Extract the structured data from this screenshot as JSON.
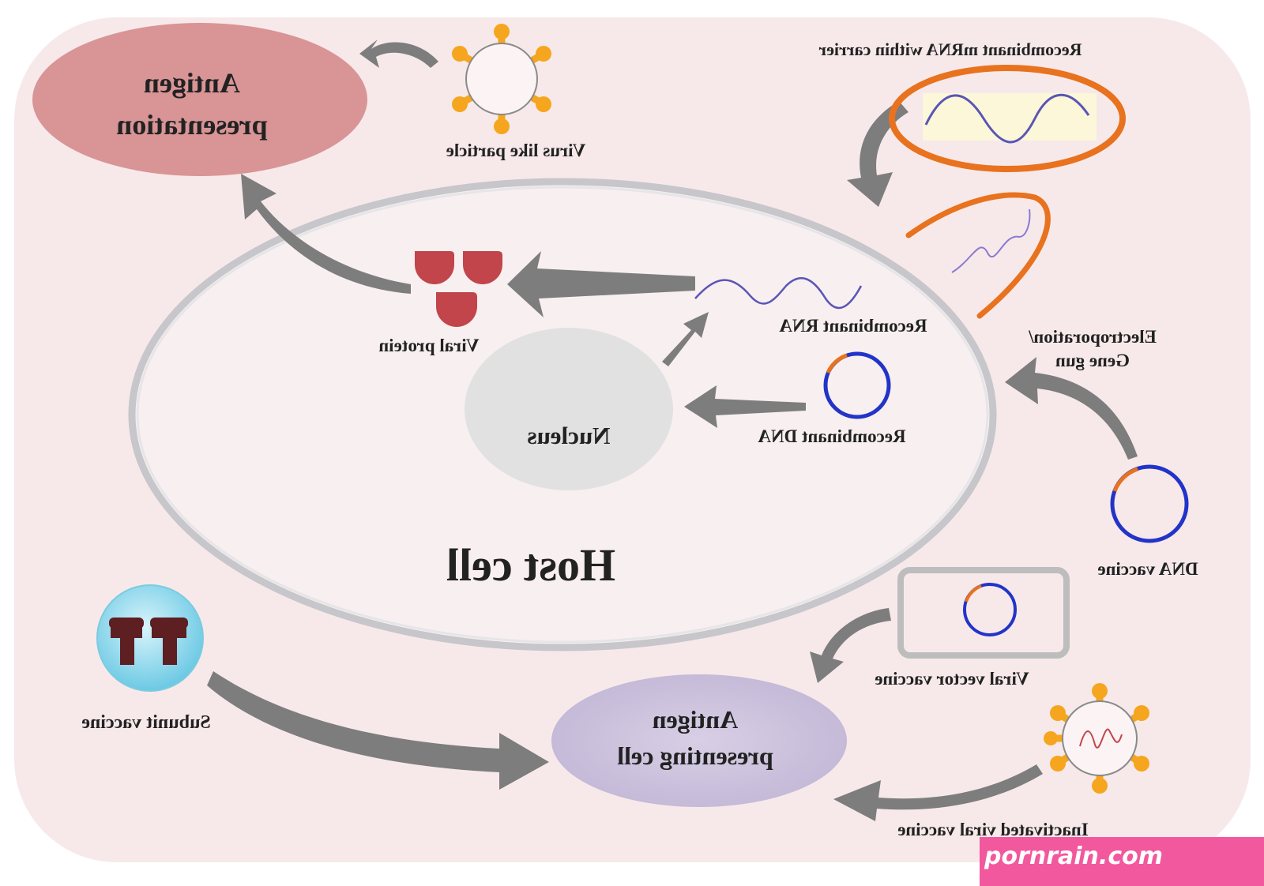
{
  "labels": {
    "antigen_presentation": [
      "Antigen",
      "presentation"
    ],
    "virus_like_particle": "Virus like particle",
    "recombinant_mrna_carrier": "Recombinant mRNA within carrier",
    "viral_protein": "Viral protein",
    "recombinant_rna": "Recombinant RNA",
    "electroporation": [
      "Electroporation/",
      "Gene gun"
    ],
    "nucleus": "Nucleus",
    "recombinant_dna": "Recombinant DNA",
    "host_cell": "Host cell",
    "dna_vaccine": "DNA vaccine",
    "viral_vector_vaccine": "Viral vector vaccine",
    "subunit_vaccine": "Subunit vaccine",
    "antigen_presenting_cell": [
      "Antigen",
      "presenting cell"
    ],
    "inactivated_viral_vaccine": "Inactivated viral vaccine"
  },
  "watermark": "pornrain.com",
  "colors": {
    "background_panel": "#f7e9ea",
    "antigen_presentation_fill": "#d99496",
    "apc_fill": "#cbc2dc",
    "nucleus_fill": "#e2e1e1",
    "arrow": "#7d7d7d",
    "orange": "#e8721e",
    "spike": "#f5a61e",
    "plasmid": "#2234c8",
    "protein": "#c1454b",
    "subunit": "#5e1f22",
    "subunit_bg": "#8fd9ee",
    "watermark_bg": "#f2589d"
  }
}
